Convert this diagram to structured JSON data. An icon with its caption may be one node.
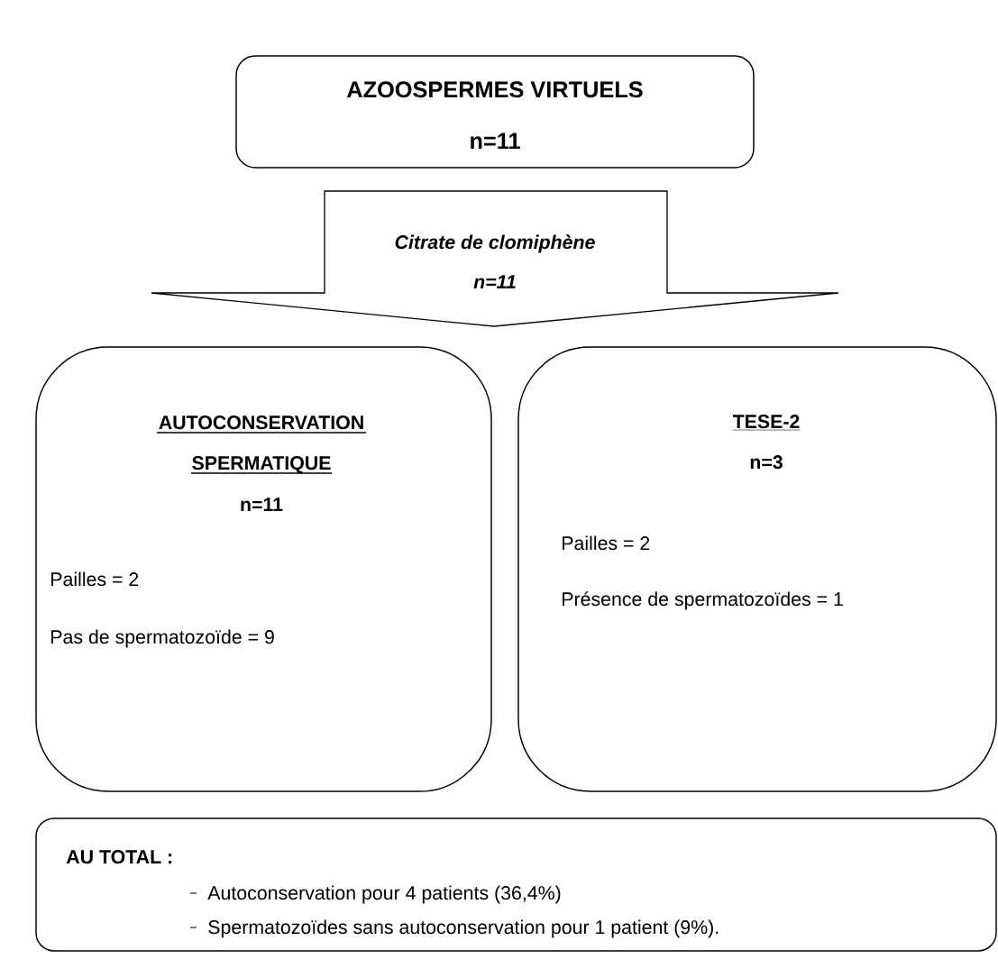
{
  "diagram": {
    "nodes": [
      {
        "text": [
          "AZOOSPERMES VIRTUELS",
          "n=11"
        ]
      },
      {
        "text": [
          "Citrate de clomiphène",
          "n=11"
        ]
      },
      {
        "text": [
          "AUTOCONSERVATION SPERMATIQUE",
          "n=11",
          "Pailles = 2",
          "Pas de spermatozoïde = 9"
        ]
      },
      {
        "text": [
          "TESE-2",
          "n=3",
          "Pailles = 2",
          "Présence de spermatozoïdes = 1"
        ]
      },
      {
        "text": [
          "AU TOTAL :",
          "Autoconservation pour 4 patients (36,4%)",
          "Spermatozoïdes sans autoconservation pour 1 patient (9%)."
        ]
      }
    ]
  }
}
